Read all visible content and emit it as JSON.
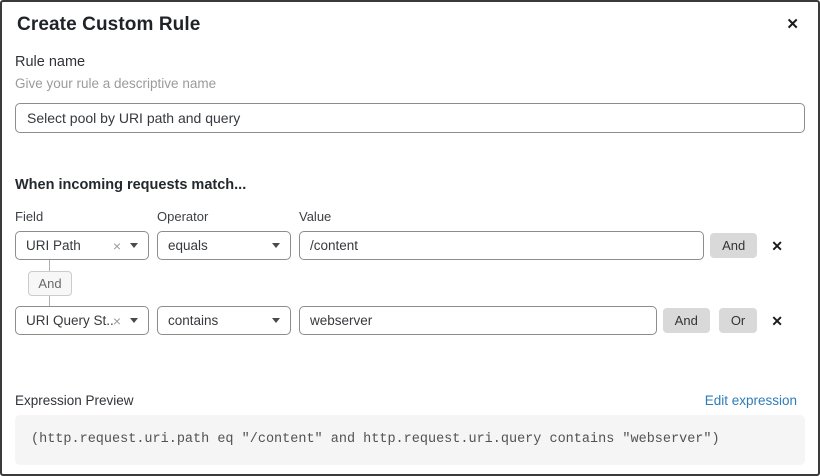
{
  "dialog": {
    "title": "Create Custom Rule"
  },
  "icons": {
    "close": "✕",
    "delete": "✕",
    "clear": "×"
  },
  "rule_name": {
    "label": "Rule name",
    "helper": "Give your rule a descriptive name",
    "value": "Select pool by URI path and query"
  },
  "matcher": {
    "heading": "When incoming requests match...",
    "columns": {
      "field": "Field",
      "operator": "Operator",
      "value": "Value"
    },
    "connector": "And",
    "rows": [
      {
        "field": "URI Path",
        "operator": "equals",
        "value": "/content",
        "and_button": "And"
      },
      {
        "field": "URI Query St...",
        "operator": "contains",
        "value": "webserver",
        "and_button": "And",
        "or_button": "Or"
      }
    ]
  },
  "expression": {
    "label": "Expression Preview",
    "edit_link": "Edit expression",
    "code": "(http.request.uri.path eq \"/content\" and http.request.uri.query contains \"webserver\")"
  },
  "colors": {
    "link": "#2e7cb8",
    "button_gray": "#d9d9d9",
    "code_background": "#f5f5f5",
    "dialog_border": "#3a3a3a"
  }
}
